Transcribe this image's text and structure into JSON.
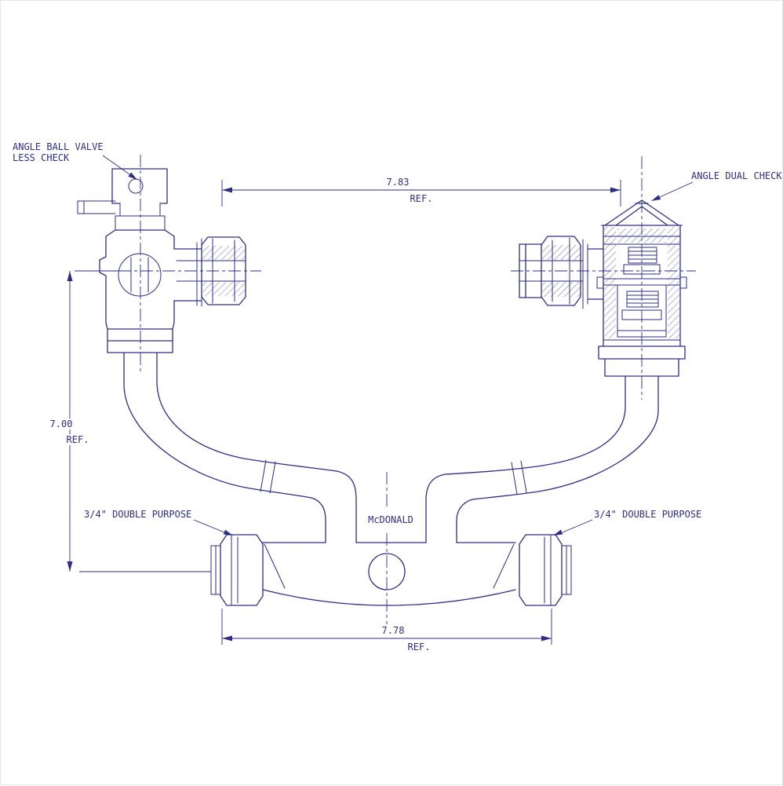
{
  "drawing": {
    "line_color": "#2e2e85",
    "background": "#ffffff",
    "callouts": {
      "angle_ball_valve": {
        "line1": "ANGLE BALL VALVE",
        "line2": "LESS CHECK"
      },
      "angle_dual_check": "ANGLE DUAL CHECK",
      "double_purpose_left": "3/4\" DOUBLE PURPOSE",
      "double_purpose_right": "3/4\" DOUBLE PURPOSE",
      "brand": "McDONALD"
    },
    "dimensions": {
      "meter_span": {
        "value": "7.83",
        "suffix": "REF."
      },
      "height": {
        "value": "7.00",
        "suffix": "REF."
      },
      "overall_width": {
        "value": "7.78",
        "suffix": "REF."
      }
    }
  }
}
